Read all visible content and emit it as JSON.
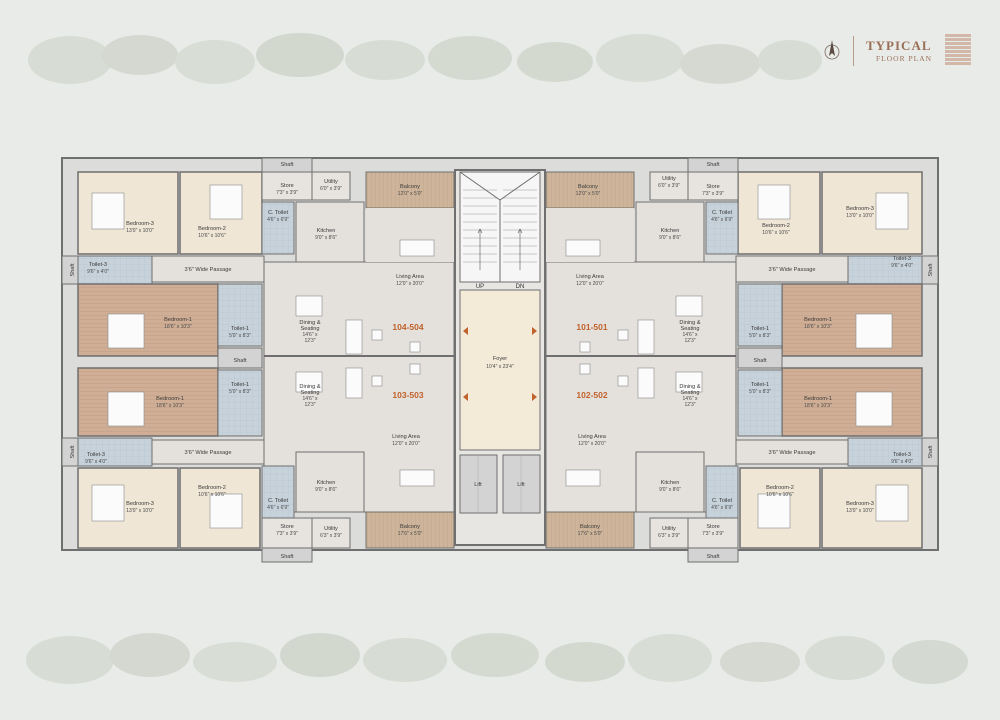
{
  "header": {
    "title": "TYPICAL",
    "subtitle": "FLOOR PLAN",
    "icon": "north-arrow-icon"
  },
  "colors": {
    "background": "#e9ebe8",
    "wall": "#6f6f6f",
    "bedroom_floor": "#efe6d6",
    "master_floor": "#cfae95",
    "living_floor": "#e4e0dc",
    "toilet_floor": "#c7d2da",
    "balcony": "#cdb49a",
    "foyer": "#f3ead7",
    "accent_text": "#c0622b"
  },
  "units": {
    "u1": "104-504",
    "u2": "101-501",
    "u3": "103-503",
    "u4": "102-502"
  },
  "rooms": {
    "bed3_a": {
      "name": "Bedroom-3",
      "dim": "13'0\" x 10'0\""
    },
    "bed2_a": {
      "name": "Bedroom-2",
      "dim": "10'6\" x 10'6\""
    },
    "store_a": {
      "name": "Store",
      "dim": "7'3\" x 3'9\""
    },
    "utility_a": {
      "name": "Utility",
      "dim": "6'0\" x 3'9\""
    },
    "ctoilet_a": {
      "name": "C. Toilet",
      "dim": "4'6\" x 6'9\""
    },
    "kitchen_a": {
      "name": "Kitchen",
      "dim": "9'0\" x 8'6\""
    },
    "balcony_a": {
      "name": "Balcony",
      "dim": "12'0\" x 5'0\""
    },
    "living_a": {
      "name": "Living Area",
      "dim": "12'0\" x 20'0\""
    },
    "toilet3_a": {
      "name": "Toilet-3",
      "dim": "9'6\" x 4'0\""
    },
    "passage_a": {
      "name": "3'6\" Wide Passage"
    },
    "bed1_a": {
      "name": "Bedroom-1",
      "dim": "18'6\" x 10'3\""
    },
    "toilet1_a": {
      "name": "Toilet-1",
      "dim": "5'0\" x 8'3\""
    },
    "dining_a": {
      "name": "Dining &",
      "name2": "Seating",
      "dim": "14'6\" x",
      "dim2": "12'3\""
    },
    "shaft": "Shaft",
    "bed3_b": {
      "name": "Bedroom-3",
      "dim": "13'0\" x 10'0\""
    },
    "bed2_b": {
      "name": "Bedroom-2",
      "dim": "10'6\" x 10'6\""
    },
    "store_b": {
      "name": "Store",
      "dim": "7'3\" x 3'9\""
    },
    "utility_b": {
      "name": "Utility",
      "dim": "6'0\" x 3'9\""
    },
    "ctoilet_b": {
      "name": "C. Toilet",
      "dim": "4'6\" x 6'9\""
    },
    "kitchen_b": {
      "name": "Kitchen",
      "dim": "9'0\" x 8'6\""
    },
    "balcony_b": {
      "name": "Balcony",
      "dim": "12'0\" x 5'0\""
    },
    "living_b": {
      "name": "Living Area",
      "dim": "12'0\" x 20'0\""
    },
    "toilet3_b": {
      "name": "Toilet-3",
      "dim": "9'6\" x 4'0\""
    },
    "passage_b": {
      "name": "3'6\" Wide Passage"
    },
    "bed1_b": {
      "name": "Bedroom-1",
      "dim": "18'6\" x 10'3\""
    },
    "toilet1_b": {
      "name": "Toilet-1",
      "dim": "5'0\" x 8'3\""
    },
    "dining_b": {
      "name": "Dining &",
      "name2": "Seating",
      "dim": "14'6\" x",
      "dim2": "12'3\""
    },
    "bed1_c": {
      "name": "Bedroom-1",
      "dim": "18'6\" x 10'3\""
    },
    "toilet1_c": {
      "name": "Toilet-1",
      "dim": "5'0\" x 8'3\""
    },
    "dining_c": {
      "name": "Dining &",
      "name2": "Seating",
      "dim": "14'6\" x",
      "dim2": "12'3\""
    },
    "living_c": {
      "name": "Living Area",
      "dim": "12'0\" x 20'0\""
    },
    "passage_c": {
      "name": "3'6\" Wide Passage"
    },
    "toilet3_c": {
      "name": "Toilet-3",
      "dim": "9'6\" x 4'0\""
    },
    "kitchen_c": {
      "name": "Kitchen",
      "dim": "9'0\" x 8'6\""
    },
    "bed3_c": {
      "name": "Bedroom-3",
      "dim": "13'0\" x 10'0\""
    },
    "bed2_c": {
      "name": "Bedroom-2",
      "dim": "10'6\" x 10'6\""
    },
    "ctoilet_c": {
      "name": "C. Toilet",
      "dim": "4'6\" x 6'9\""
    },
    "store_c": {
      "name": "Store",
      "dim": "7'3\" x 3'9\""
    },
    "utility_c": {
      "name": "Utility",
      "dim": "6'3\" x 3'9\""
    },
    "balcony_c": {
      "name": "Balcony",
      "dim": "17'6\" x 5'0\""
    },
    "bed1_d": {
      "name": "Bedroom-1",
      "dim": "18'6\" x 10'3\""
    },
    "toilet1_d": {
      "name": "Toilet-1",
      "dim": "5'0\" x 8'3\""
    },
    "dining_d": {
      "name": "Dining &",
      "name2": "Seating",
      "dim": "14'6\" x",
      "dim2": "12'3\""
    },
    "living_d": {
      "name": "Living Area",
      "dim": "12'0\" x 20'0\""
    },
    "passage_d": {
      "name": "3'6\" Wide Passage"
    },
    "toilet3_d": {
      "name": "Toilet-3",
      "dim": "9'6\" x 4'0\""
    },
    "kitchen_d": {
      "name": "Kitchen",
      "dim": "9'0\" x 8'6\""
    },
    "bed3_d": {
      "name": "Bedroom-3",
      "dim": "13'0\" x 10'0\""
    },
    "bed2_d": {
      "name": "Bedroom-2",
      "dim": "10'6\" x 10'6\""
    },
    "ctoilet_d": {
      "name": "C. Toilet",
      "dim": "4'6\" x 6'9\""
    },
    "store_d": {
      "name": "Store",
      "dim": "7'3\" x 3'9\""
    },
    "utility_d": {
      "name": "Utility",
      "dim": "6'3\" x 3'9\""
    },
    "balcony_d": {
      "name": "Balcony",
      "dim": "17'6\" x 5'0\""
    },
    "foyer": {
      "name": "Foyer",
      "dim": "10'4\" x 23'4\""
    },
    "up": "UP",
    "dn": "DN",
    "lift": "Lift"
  }
}
